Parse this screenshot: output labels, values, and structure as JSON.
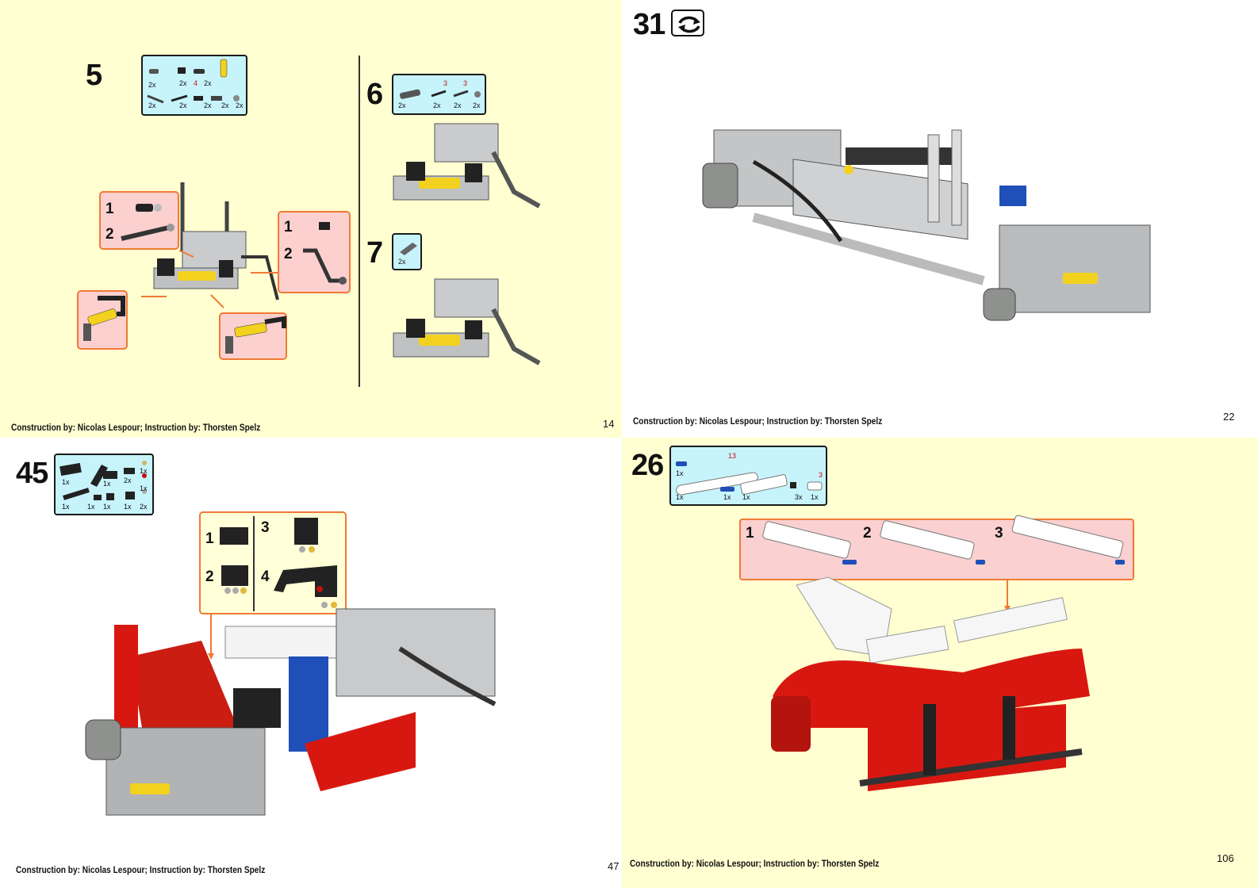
{
  "colors": {
    "page_yellow": "#ffffd2",
    "parts_box": "#c6f4fa",
    "callout_fill": "#fbd0cf",
    "callout_border": "#f07a34",
    "model_red": "#d81810",
    "model_yellow": "#f2d21e",
    "model_blue": "#1f4fb8",
    "model_grey": "#a6a9ab"
  },
  "credit_text": "Construction by: Nicolas Lespour; Instruction by: Thorsten Spelz",
  "pages": {
    "p14": {
      "page_number": "14",
      "steps": {
        "s5": {
          "number": "5",
          "parts": {
            "row1": [
              "2x",
              "2x",
              "2x"
            ],
            "row1_red": "4",
            "row2": [
              "2x",
              "2x",
              "2x",
              "2x",
              "2x"
            ]
          },
          "callouts": {
            "left_top": [
              "1",
              "2"
            ],
            "right": [
              "1",
              "2"
            ]
          }
        },
        "s6": {
          "number": "6",
          "parts": {
            "qty": [
              "2x",
              "2x",
              "2x",
              "2x"
            ],
            "red": [
              "3",
              "3"
            ]
          }
        },
        "s7": {
          "number": "7",
          "parts": {
            "qty": [
              "2x"
            ]
          }
        }
      }
    },
    "p22": {
      "page_number": "22",
      "step_number": "31",
      "rotate_icon": "rotate-model-icon"
    },
    "p47": {
      "page_number": "47",
      "step_number": "45",
      "parts": {
        "qty": [
          "1x",
          "1x",
          "2x",
          "1x",
          "1x",
          "1x",
          "1x",
          "1x",
          "1x",
          "2x"
        ]
      },
      "callout_steps": [
        "1",
        "2",
        "3",
        "4"
      ]
    },
    "p106": {
      "page_number": "106",
      "step_number": "26",
      "parts": {
        "qty": [
          "1x",
          "1x",
          "1x",
          "1x",
          "3x",
          "1x"
        ],
        "red": [
          "13",
          "3"
        ]
      },
      "callout_steps": [
        "1",
        "2",
        "3"
      ]
    }
  }
}
